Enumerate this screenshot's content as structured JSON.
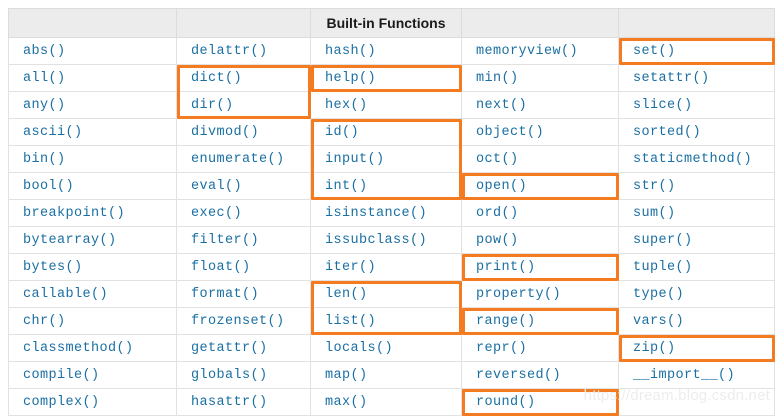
{
  "table": {
    "title": "Built-in Functions",
    "title_column_index": 2,
    "columns": 5,
    "rows": [
      [
        "abs()",
        "delattr()",
        "hash()",
        "memoryview()",
        "set()"
      ],
      [
        "all()",
        "dict()",
        "help()",
        "min()",
        "setattr()"
      ],
      [
        "any()",
        "dir()",
        "hex()",
        "next()",
        "slice()"
      ],
      [
        "ascii()",
        "divmod()",
        "id()",
        "object()",
        "sorted()"
      ],
      [
        "bin()",
        "enumerate()",
        "input()",
        "oct()",
        "staticmethod()"
      ],
      [
        "bool()",
        "eval()",
        "int()",
        "open()",
        "str()"
      ],
      [
        "breakpoint()",
        "exec()",
        "isinstance()",
        "ord()",
        "sum()"
      ],
      [
        "bytearray()",
        "filter()",
        "issubclass()",
        "pow()",
        "super()"
      ],
      [
        "bytes()",
        "float()",
        "iter()",
        "print()",
        "tuple()"
      ],
      [
        "callable()",
        "format()",
        "len()",
        "property()",
        "type()"
      ],
      [
        "chr()",
        "frozenset()",
        "list()",
        "range()",
        "vars()"
      ],
      [
        "classmethod()",
        "getattr()",
        "locals()",
        "repr()",
        "zip()"
      ],
      [
        "compile()",
        "globals()",
        "map()",
        "reversed()",
        "__import__()"
      ],
      [
        "complex()",
        "hasattr()",
        "max()",
        "round()",
        ""
      ]
    ],
    "highlights": [
      {
        "label": "dict-dir",
        "col": 1,
        "row_start": 1,
        "row_end": 2
      },
      {
        "label": "help",
        "col": 2,
        "row_start": 1,
        "row_end": 1
      },
      {
        "label": "id-input-int",
        "col": 2,
        "row_start": 3,
        "row_end": 5
      },
      {
        "label": "len-list",
        "col": 2,
        "row_start": 9,
        "row_end": 10
      },
      {
        "label": "open",
        "col": 3,
        "row_start": 5,
        "row_end": 5
      },
      {
        "label": "print",
        "col": 3,
        "row_start": 8,
        "row_end": 8
      },
      {
        "label": "range",
        "col": 3,
        "row_start": 10,
        "row_end": 10
      },
      {
        "label": "round",
        "col": 3,
        "row_start": 13,
        "row_end": 13
      },
      {
        "label": "set",
        "col": 4,
        "row_start": 0,
        "row_end": 0
      },
      {
        "label": "zip",
        "col": 4,
        "row_start": 11,
        "row_end": 11
      }
    ],
    "highlight_color": "#f47b20",
    "text_color": "#1a6fa3",
    "header_bg": "#ececec"
  },
  "watermark": {
    "text": "https://dream.blog.csdn.net"
  }
}
